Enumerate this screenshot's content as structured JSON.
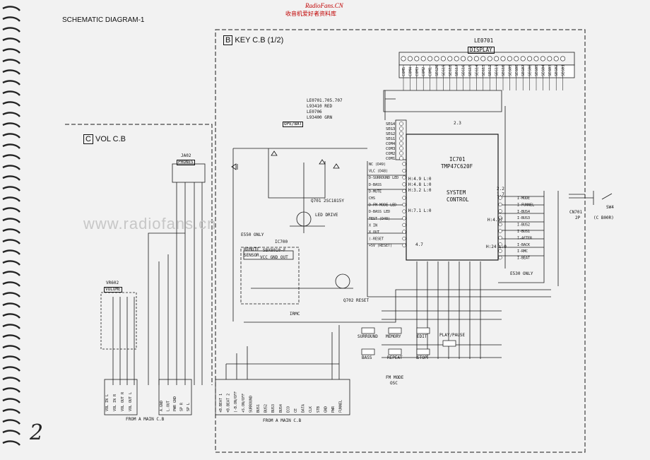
{
  "header": {
    "title": "SCHEMATIC DIAGRAM-1",
    "watermark_site": "RadioFans.CN",
    "watermark_cn": "收音机爱好者资料库",
    "watermark_url": "www.radiofans.cn"
  },
  "sections": {
    "key_cb": {
      "tag": "B",
      "label": "KEY C.B (1/2)"
    },
    "vol_cb": {
      "tag": "C",
      "label": "VOL C.B"
    }
  },
  "display": {
    "ref": "LE0701",
    "label": "DISPLAY"
  },
  "ic_main": {
    "ref": "IC701",
    "part": "TMP47C620F",
    "function_1": "SYSTEM",
    "function_2": "CONTROL"
  },
  "ic_remote": {
    "ref": "IC700",
    "part": "SBX8010-F",
    "pin": "VCC GND OUT",
    "sensor_1": "REMOTE",
    "sensor_2": "SENSOR",
    "option": "E550 ONLY"
  },
  "leds": {
    "led_refs": "LE0701.705.707",
    "led_red": "L93410 RED",
    "led_ref2": "LE0706",
    "led_grn": "L93400 GRN",
    "led_bat": "OPE/BAT",
    "led_drive": "LED DRIVE",
    "q701": "Q701 2SC1815Y",
    "q702": "Q702 RESET"
  },
  "jack": {
    "ref": "JA02",
    "label": "PHONES"
  },
  "volume": {
    "ref": "VR602",
    "label": "VOLUME"
  },
  "connector": {
    "ref": "CN701",
    "pins": "2P",
    "switch": "SW4",
    "note": "(C B00R)"
  },
  "switches": {
    "sw701": "SURROUND",
    "sw702": "MEMORY",
    "sw703": "EDIT",
    "sw704": "BASS",
    "sw705": "REPEAT",
    "sw706": "STOP",
    "sw707": "PLAY/PAUSE",
    "fm_mode": "FM MODE",
    "fm_osc": "OSC"
  },
  "voltages": {
    "v_49": "H:4.9 L:0",
    "v_48": "H:4.8 L:0",
    "v_32": "H:3.2 L:0",
    "v_71": "H:7.1 L:0",
    "v_497": "H:4.97",
    "v_24": "H:24 L:0",
    "v_22": "2.2",
    "v_17": "1.7",
    "v_47": "4.7",
    "v_23": "2.3"
  },
  "segments": [
    "COM5",
    "COM4",
    "COM3",
    "COM2",
    "COM1",
    "SEG20",
    "SEG19",
    "SEG18",
    "SEG17",
    "SEG16",
    "SEG15",
    "SEG14",
    "SEG13",
    "SEG12",
    "SEG11",
    "SEG10",
    "SEG09",
    "SEG08",
    "SEG07",
    "SEG06",
    "SEG05",
    "SEG04",
    "SEG03",
    "SEG02",
    "SEG01"
  ],
  "left_pins": [
    "SEG4",
    "SEG3",
    "SEG2",
    "SEG1",
    "COM4",
    "COM3",
    "COM2",
    "COM1"
  ],
  "ic_left_signals": [
    "NC (D49)",
    "VLC (D48)",
    "D-SURROUND LED",
    "D-BASS",
    "D-MUTE",
    "CHS",
    "D-FM MODE LED",
    "D-BASS LED",
    "TEST (D48)",
    "X IN",
    "X OUT",
    "(-RESET",
    "+5V (RESET)"
  ],
  "ic_right_signals": [
    "I-MODE",
    "I-FUNNEL",
    "I-BUS4",
    "I-BUS3",
    "I-BUS2",
    "I-BUS1",
    "I-AFTER",
    "I-BACK",
    "I-RMC",
    "I-BEAT"
  ],
  "bottom_left_labels": [
    "VOL IN L",
    "VOL IN R",
    "VOL OUT R",
    "VOL OUT L",
    "A.GND",
    "L.OUT",
    "PWR GND",
    "SP R",
    "SP L"
  ],
  "bottom_mid_labels": [
    "+B.BEAT 1",
    "+B.BEAT 2",
    "(-B.ON/OFF",
    "+S.ON/OFF",
    "SURROUND",
    "BUS1",
    "BUS2",
    "BUS3",
    "BUS4",
    "ECO",
    "CE",
    "DATA",
    "CLK",
    "STB",
    "GND",
    "PWR",
    "FUNNEL"
  ],
  "from_labels": {
    "left": "FROM  A  MAIN C.B",
    "mid": "FROM  A  MAIN C.B"
  },
  "misc": {
    "irmc": "IRMC",
    "e530": "E530 ONLY",
    "page_mark": "2"
  }
}
